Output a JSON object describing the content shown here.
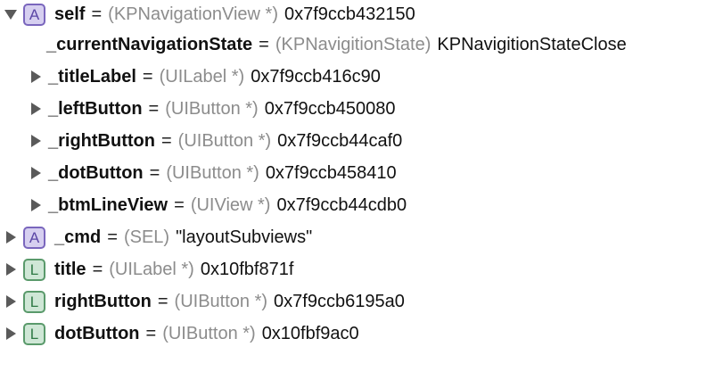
{
  "variables": [
    {
      "disclosure": "expanded",
      "badge": "A",
      "name": "self",
      "type": "(KPNavigationView *)",
      "value": "0x7f9ccb432150"
    },
    {
      "disclosure": "none",
      "badge": "",
      "name": "_currentNavigationState",
      "type": "(KPNavigitionState)",
      "value": "KPNavigitionStateClose"
    },
    {
      "disclosure": "collapsed",
      "badge": "",
      "name": "_titleLabel",
      "type": "(UILabel *)",
      "value": "0x7f9ccb416c90"
    },
    {
      "disclosure": "collapsed",
      "badge": "",
      "name": "_leftButton",
      "type": "(UIButton *)",
      "value": "0x7f9ccb450080"
    },
    {
      "disclosure": "collapsed",
      "badge": "",
      "name": "_rightButton",
      "type": "(UIButton *)",
      "value": "0x7f9ccb44caf0"
    },
    {
      "disclosure": "collapsed",
      "badge": "",
      "name": "_dotButton",
      "type": "(UIButton *)",
      "value": "0x7f9ccb458410"
    },
    {
      "disclosure": "collapsed",
      "badge": "",
      "name": "_btmLineView",
      "type": "(UIView *)",
      "value": "0x7f9ccb44cdb0"
    },
    {
      "disclosure": "collapsed",
      "badge": "A",
      "name": "_cmd",
      "type": "(SEL)",
      "value": "\"layoutSubviews\""
    },
    {
      "disclosure": "collapsed",
      "badge": "L",
      "name": "title",
      "type": "(UILabel *)",
      "value": "0x10fbf871f"
    },
    {
      "disclosure": "collapsed",
      "badge": "L",
      "name": "rightButton",
      "type": "(UIButton *)",
      "value": "0x7f9ccb6195a0"
    },
    {
      "disclosure": "collapsed",
      "badge": "L",
      "name": "dotButton",
      "type": "(UIButton *)",
      "value": "0x10fbf9ac0"
    }
  ],
  "equals": "=",
  "colors": {
    "argument_badge": "#d6cff0",
    "local_badge": "#cfe7d6",
    "type_text": "#8c8c8c",
    "disclosure_triangle": "#5a5a5a"
  }
}
